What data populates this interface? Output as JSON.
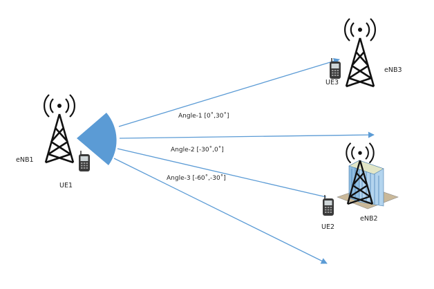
{
  "diagram": {
    "colors": {
      "beam": "#5b9bd5",
      "line": "#5b9bd5",
      "tower": "#111111",
      "building": "#9cc3e6"
    },
    "nodes": {
      "enb1": {
        "label": "eNB1",
        "icon": "cell-tower-icon"
      },
      "enb2": {
        "label": "eNB2",
        "icon": "building-tower-icon"
      },
      "enb3": {
        "label": "eNB3",
        "icon": "cell-tower-icon"
      },
      "ue1": {
        "label": "UE1",
        "icon": "phone-icon"
      },
      "ue2": {
        "label": "UE2",
        "icon": "phone-icon"
      },
      "ue3": {
        "label": "UE3",
        "icon": "phone-icon"
      }
    },
    "angles": [
      {
        "label": "Angle-1 [0˚,30˚]"
      },
      {
        "label": "Angle-2 [-30˚,0˚]"
      },
      {
        "label": "Angle-3 [-60˚,-30˚]"
      }
    ]
  }
}
